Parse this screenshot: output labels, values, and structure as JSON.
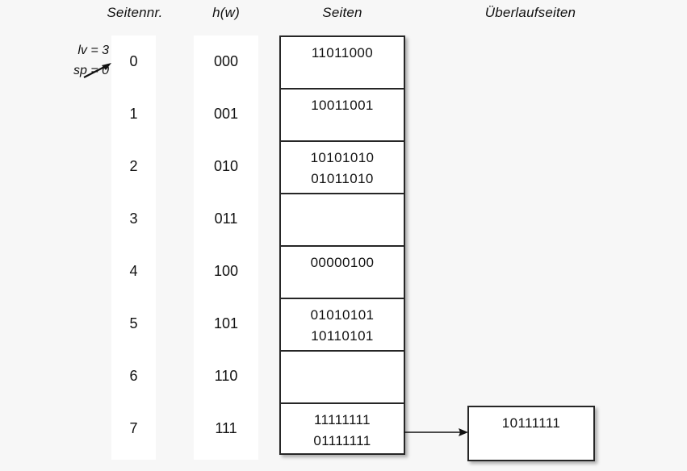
{
  "headers": {
    "seitennr": "Seitennr.",
    "hw": "h(w)",
    "seiten": "Seiten",
    "ueberlaufseiten": "Überlaufseiten"
  },
  "annotation": {
    "lv": "lv = 3",
    "sp": "sp = 0",
    "arrow_icon": "arrow-right-icon"
  },
  "rows": [
    {
      "seitennr": "0",
      "hw": "000",
      "records": [
        "11011000"
      ]
    },
    {
      "seitennr": "1",
      "hw": "001",
      "records": [
        "10011001"
      ]
    },
    {
      "seitennr": "2",
      "hw": "010",
      "records": [
        "10101010",
        "01011010"
      ]
    },
    {
      "seitennr": "3",
      "hw": "011",
      "records": []
    },
    {
      "seitennr": "4",
      "hw": "100",
      "records": [
        "00000100"
      ]
    },
    {
      "seitennr": "5",
      "hw": "101",
      "records": [
        "01010101",
        "10110101"
      ]
    },
    {
      "seitennr": "6",
      "hw": "110",
      "records": []
    },
    {
      "seitennr": "7",
      "hw": "111",
      "records": [
        "11111111",
        "01111111"
      ]
    }
  ],
  "overflow": {
    "from_row": "7",
    "records": [
      "10111111"
    ],
    "arrow_icon": "arrow-right-icon"
  },
  "colors": {
    "background": "#f7f7f7",
    "band": "#ffffff",
    "border": "#262626",
    "text": "#111111"
  }
}
